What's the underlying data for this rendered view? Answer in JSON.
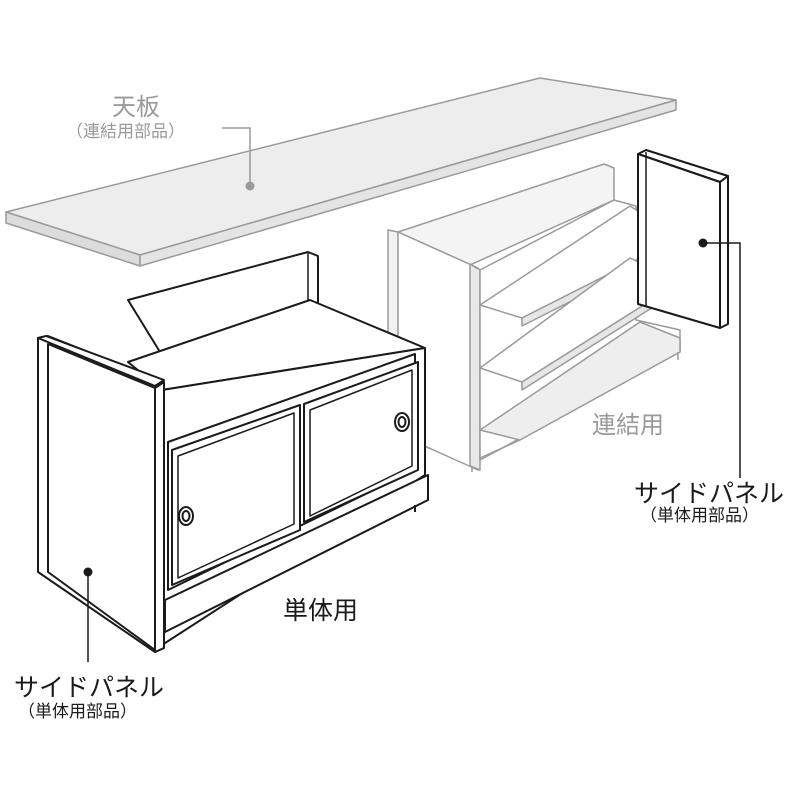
{
  "labels": {
    "top_panel": {
      "name": "天板",
      "note": "（連結用部品）"
    },
    "linked_unit": "連結用",
    "single_unit": "単体用",
    "right_side_panel": {
      "name": "サイドパネル",
      "note": "（単体用部品）"
    },
    "left_side_panel": {
      "name": "サイドパネル",
      "note": "（単体用部品）"
    }
  },
  "colors": {
    "outline_dark": "#1a1a1a",
    "outline_gray": "#9a9a9a",
    "panel_gray_fill": "#eeeeee",
    "white": "#ffffff"
  }
}
